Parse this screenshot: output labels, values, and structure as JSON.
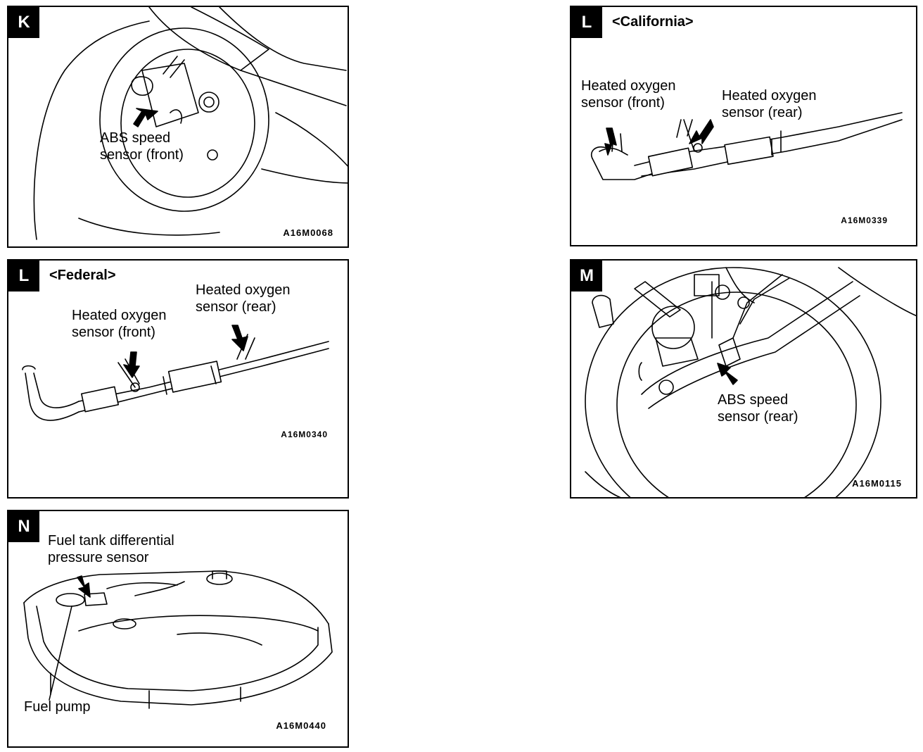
{
  "panels": {
    "k": {
      "badge": "K",
      "labels": {
        "abs_front": [
          "ABS speed",
          "sensor (front)"
        ]
      },
      "code": "A16M0068"
    },
    "l_california": {
      "badge": "L",
      "variant": "<California>",
      "labels": {
        "ho2_front": [
          "Heated oxygen",
          "sensor (front)"
        ],
        "ho2_rear": [
          "Heated oxygen",
          "sensor (rear)"
        ]
      },
      "code": "A16M0339"
    },
    "l_federal": {
      "badge": "L",
      "variant": "<Federal>",
      "labels": {
        "ho2_front": [
          "Heated oxygen",
          "sensor (front)"
        ],
        "ho2_rear": [
          "Heated oxygen",
          "sensor (rear)"
        ]
      },
      "code": "A16M0340"
    },
    "m": {
      "badge": "M",
      "labels": {
        "abs_rear": [
          "ABS speed",
          "sensor (rear)"
        ]
      },
      "code": "A16M0115"
    },
    "n": {
      "badge": "N",
      "labels": {
        "fuel_tank_sensor": [
          "Fuel tank differential",
          "pressure sensor"
        ],
        "fuel_pump": "Fuel pump"
      },
      "code": "A16M0440"
    }
  }
}
